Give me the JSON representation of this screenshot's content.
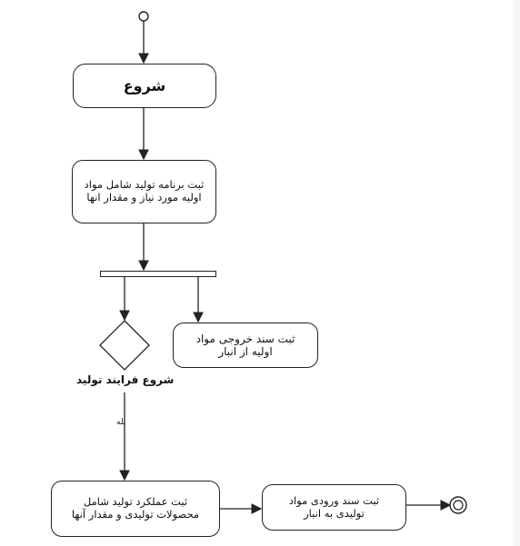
{
  "colors": {
    "stroke": "#222222",
    "background": "#ffffff"
  },
  "diagram": {
    "start": {
      "label": "شروع"
    },
    "record_plan": {
      "label": "ثبت برنامه تولید شامل مواد اولیه مورد نیاز و مقدار انها"
    },
    "record_material_exit": {
      "label": "ثبت سند خروجی مواد اولیه از انبار"
    },
    "decision": {
      "label": "شروع فرایند تولید"
    },
    "edge_yes": {
      "label": "بله"
    },
    "record_performance": {
      "label": "ثبت عملکرد تولید شامل محصولات تولیدی و مقدار آنها"
    },
    "record_product_entry": {
      "label": "ثبت سند ورودی مواد تولیدی به انبار"
    }
  }
}
